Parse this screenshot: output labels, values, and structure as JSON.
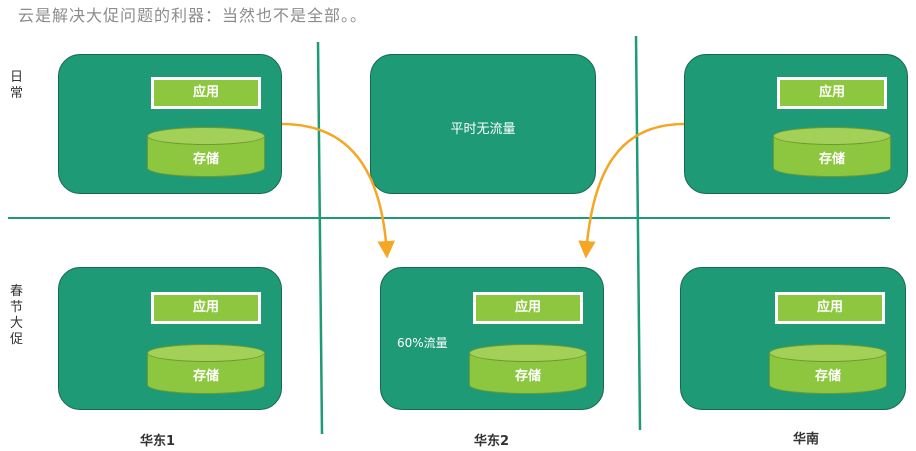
{
  "title": "云是解决大促问题的利器：当然也不是全部。。",
  "rows": [
    {
      "label": "日常"
    },
    {
      "label": "春节大促"
    }
  ],
  "columns": [
    {
      "label": "华东1"
    },
    {
      "label": "华东2"
    },
    {
      "label": "华南"
    }
  ],
  "cells": {
    "daily_east1": {
      "app": "应用",
      "storage": "存储"
    },
    "daily_east2": {
      "text": "平时无流量"
    },
    "daily_south": {
      "app": "应用",
      "storage": "存储"
    },
    "promo_east1": {
      "app": "应用",
      "storage": "存储"
    },
    "promo_east2": {
      "app": "应用",
      "storage": "存储",
      "text": "60%流量"
    },
    "promo_south": {
      "app": "应用",
      "storage": "存储"
    }
  },
  "colors": {
    "box_fill": "#1e9a76",
    "component_fill": "#8dc63f",
    "divider": "#1e9a76",
    "arrow": "#f5a623"
  }
}
